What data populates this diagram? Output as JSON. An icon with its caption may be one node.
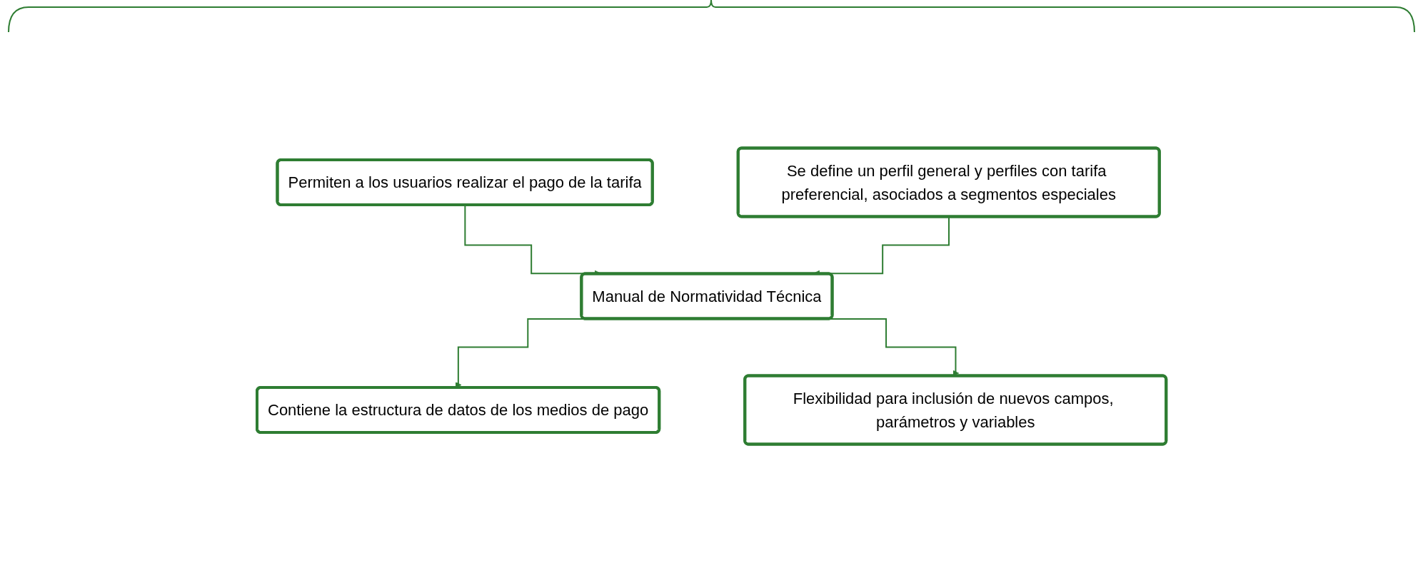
{
  "diagram": {
    "nodes": [
      {
        "text": [
          "Permiten a los usuarios realizar el pago de la tarifa"
        ]
      },
      {
        "text": [
          "Se define un perfil general y perfiles con tarifa preferencial, asociados a segmentos especiales"
        ]
      },
      {
        "text": [
          "Manual de Normatividad Técnica"
        ]
      },
      {
        "text": [
          "Contiene la estructura de datos de los medios de pago"
        ]
      },
      {
        "text": [
          "Flexibilidad para inclusión de nuevos campos, parámetros y variables"
        ]
      }
    ],
    "edges": [
      {
        "from": 0,
        "to": 2,
        "arrow": "to"
      },
      {
        "from": 1,
        "to": 2,
        "arrow": "to"
      },
      {
        "from": 2,
        "to": 3,
        "arrow": "to"
      },
      {
        "from": 2,
        "to": 4,
        "arrow": "to"
      }
    ]
  }
}
